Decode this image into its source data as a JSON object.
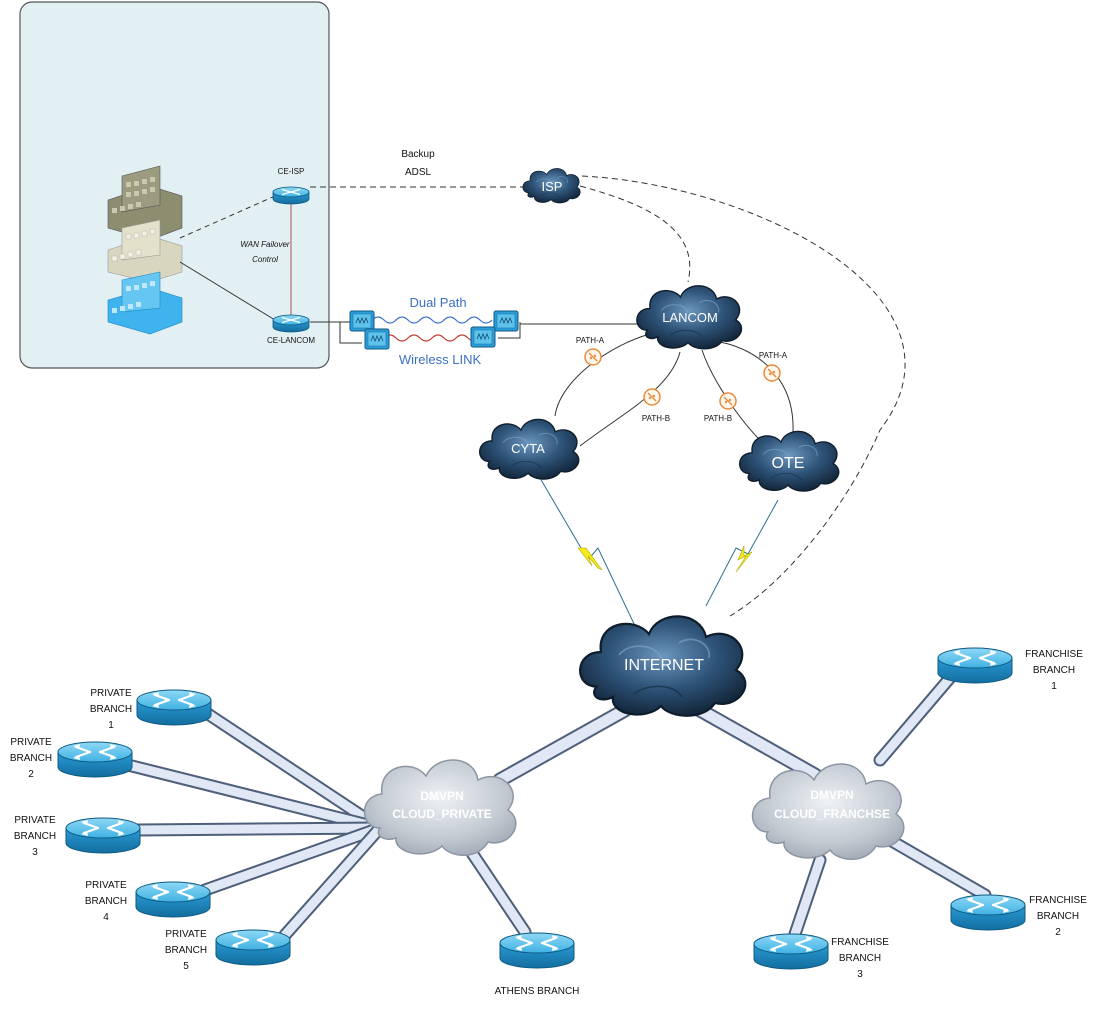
{
  "site": {
    "ce_isp": "CE-ISP",
    "ce_lancom": "CE-LANCOM",
    "wan_failover_line1": "WAN Failover",
    "wan_failover_line2": "Control"
  },
  "links": {
    "backup_line1": "Backup",
    "backup_line2": "ADSL",
    "dual_path": "Dual Path",
    "wireless_link": "Wireless LINK",
    "path_a": "PATH-A",
    "path_b": "PATH-B"
  },
  "clouds": {
    "isp": "ISP",
    "lancom": "LANCOM",
    "cyta": "CYTA",
    "ote": "OTE",
    "internet": "INTERNET",
    "dmvpn_private_line1": "DMVPN",
    "dmvpn_private_line2": "CLOUD_PRIVATE",
    "dmvpn_franchise_line1": "DMVPN",
    "dmvpn_franchise_line2": "CLOUD_FRANCHSE"
  },
  "branches": {
    "private": [
      {
        "line1": "PRIVATE",
        "line2": "BRANCH",
        "line3": "1"
      },
      {
        "line1": "PRIVATE",
        "line2": "BRANCH",
        "line3": "2"
      },
      {
        "line1": "PRIVATE",
        "line2": "BRANCH",
        "line3": "3"
      },
      {
        "line1": "PRIVATE",
        "line2": "BRANCH",
        "line3": "4"
      },
      {
        "line1": "PRIVATE",
        "line2": "BRANCH",
        "line3": "5"
      }
    ],
    "athens": "ATHENS BRANCH",
    "franchise": [
      {
        "line1": "FRANCHISE",
        "line2": "BRANCH",
        "line3": "1"
      },
      {
        "line1": "FRANCHISE",
        "line2": "BRANCH",
        "line3": "2"
      },
      {
        "line1": "FRANCHISE",
        "line2": "BRANCH",
        "line3": "3"
      }
    ]
  },
  "colors": {
    "site_box_fill": "#e3f0f3",
    "cloud_dark": "#1d3550",
    "cloud_light": "#5a86b0",
    "dmvpn_cloud": "#c9d0d8",
    "router_body": "#1f8fc9",
    "router_top": "#5cc3ef",
    "tube_fill": "#dfe8f4",
    "tube_stroke": "#4e5f7a",
    "path_marker": "#e88b3a",
    "wireless_blue": "#3b6fc4",
    "wireless_red": "#c0392b",
    "bolt": "#f2ea1a"
  }
}
